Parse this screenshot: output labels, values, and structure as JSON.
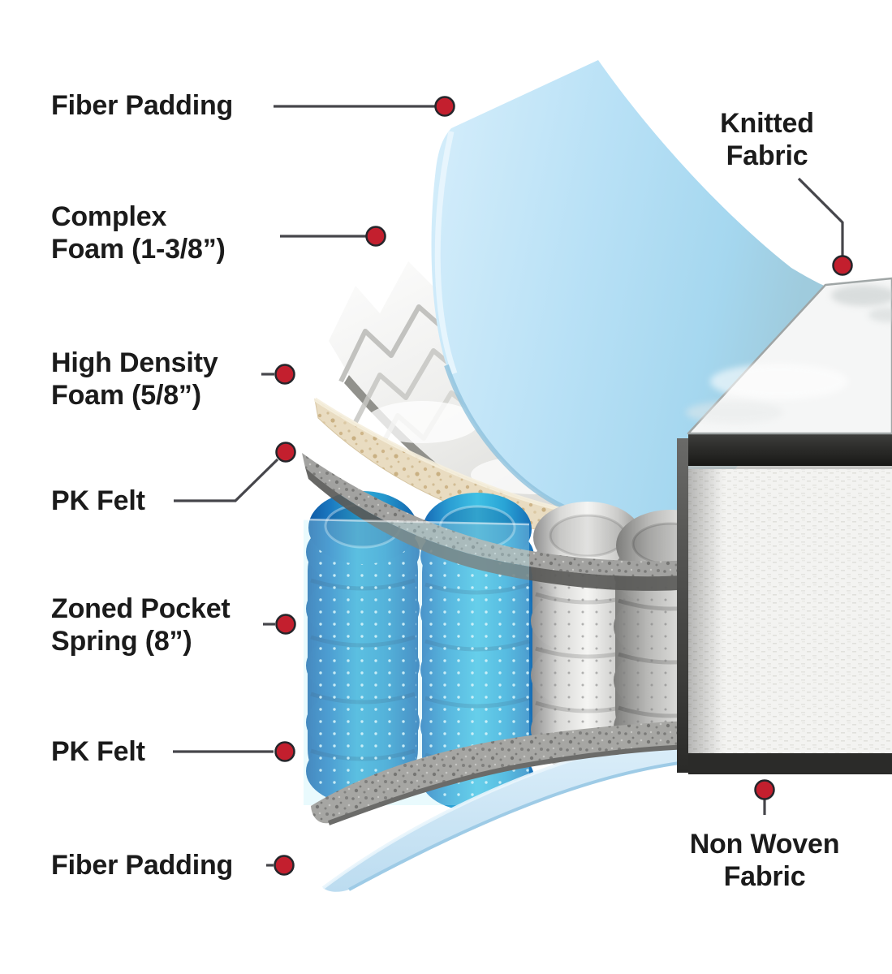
{
  "title": "Mattress layer cutaway diagram",
  "colors": {
    "accent_red": "#c31f2e",
    "callout_line": "#46464b",
    "sheet_blue": "#bde2f6",
    "sheet_teal": "#a5c8cf",
    "spring_blue": "#2fa9d6",
    "spring_white": "#e9e9e7",
    "felt_gray": "#a2a2a0",
    "foam_beige": "#e9dcc1",
    "band_black": "#262624",
    "text": "#1b1b1b"
  },
  "labels": {
    "fiber_padding_top": "Fiber Padding",
    "complex_foam": [
      "Complex",
      "Foam (1-3/8”)"
    ],
    "high_density_foam": [
      "High Density",
      "Foam (5/8”)"
    ],
    "pk_felt_top": "PK Felt",
    "zoned_pocket_spring": [
      "Zoned Pocket",
      "Spring (8”)"
    ],
    "pk_felt_bottom": "PK Felt",
    "fiber_padding_bottom": "Fiber Padding",
    "knitted_fabric": [
      "Knitted",
      "Fabric"
    ],
    "non_woven_fabric": [
      "Non  Woven",
      "Fabric"
    ]
  },
  "layers_top_to_bottom": [
    "Knitted Fabric",
    "Fiber Padding",
    "Complex Foam (1-3/8”)",
    "High Density Foam (5/8”)",
    "PK Felt",
    "Zoned Pocket Spring (8”)",
    "PK Felt",
    "Fiber Padding",
    "Non Woven Fabric"
  ]
}
